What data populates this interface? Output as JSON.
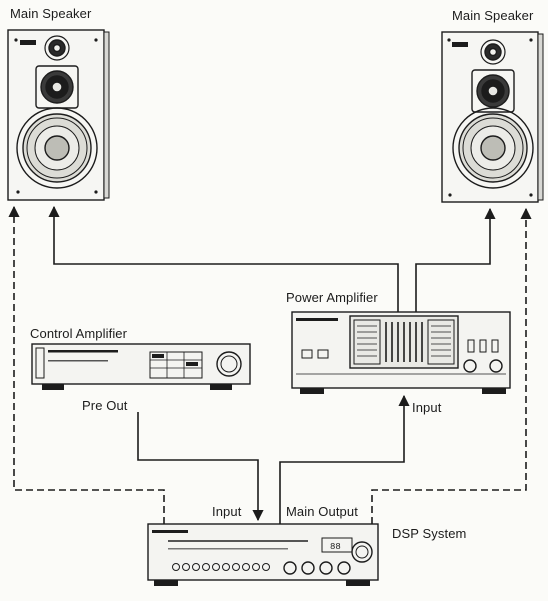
{
  "labels": {
    "speaker_left": "Main Speaker",
    "speaker_right": "Main Speaker",
    "power_amplifier": "Power Amplifier",
    "control_amplifier": "Control Amplifier",
    "pre_out": "Pre Out",
    "power_input": "Input",
    "dsp_input": "Input",
    "dsp_main_output": "Main Output",
    "dsp_system": "DSP System"
  },
  "devices": {
    "dsp_display": "88"
  },
  "colors": {
    "ink": "#1c1c1c",
    "paper": "#fbfbf8",
    "device_face": "#f4f4f1"
  },
  "line_styles": {
    "main_signal": "solid",
    "dsp_speaker_feed": "dashed"
  }
}
